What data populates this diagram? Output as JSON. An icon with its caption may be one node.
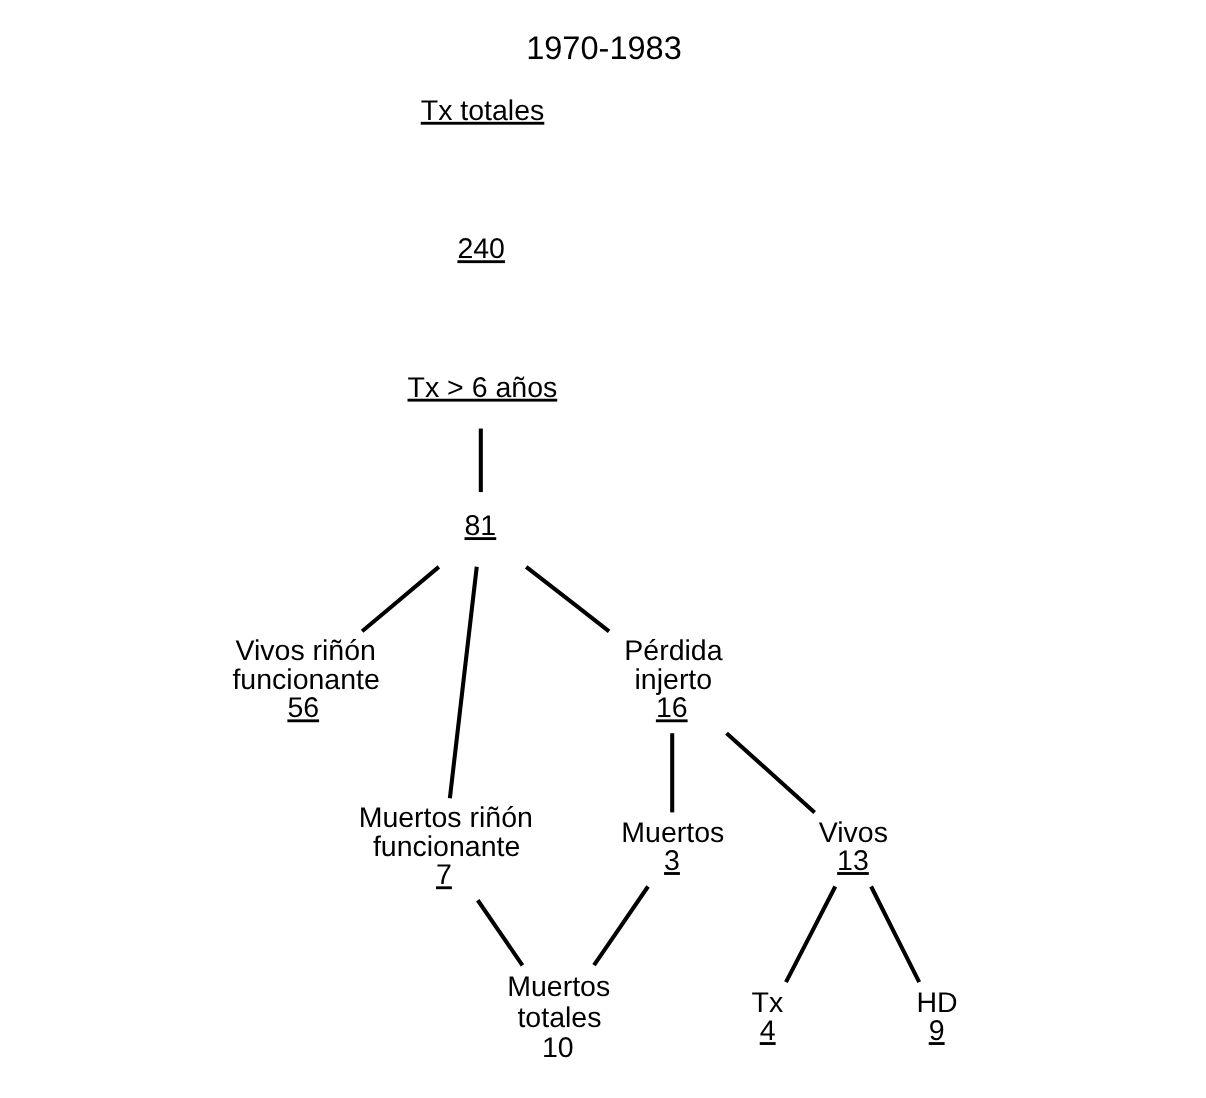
{
  "diagram": {
    "title": "1970-1983",
    "nodes": [
      {
        "text": [
          "Tx > 6 años"
        ]
      },
      {
        "text": [
          "81"
        ]
      },
      {
        "text": [
          "Vivos riñón funcionante",
          "56"
        ]
      },
      {
        "text": [
          "Muertos riñón funcionante",
          "7"
        ]
      },
      {
        "text": [
          "Pérdida injerto",
          "16"
        ]
      },
      {
        "text": [
          "Muertos",
          "3"
        ]
      },
      {
        "text": [
          "Vivos",
          "13"
        ]
      },
      {
        "text": [
          "Tx",
          "4"
        ]
      },
      {
        "text": [
          "HD",
          "9"
        ]
      },
      {
        "text": [
          "Muertos totales",
          "10"
        ]
      }
    ],
    "edges": [
      {
        "from": 0,
        "to": 1,
        "arrow": "none"
      },
      {
        "from": 1,
        "to": 2,
        "arrow": "none"
      },
      {
        "from": 1,
        "to": 3,
        "arrow": "none"
      },
      {
        "from": 1,
        "to": 4,
        "arrow": "none"
      },
      {
        "from": 4,
        "to": 5,
        "arrow": "none"
      },
      {
        "from": 4,
        "to": 6,
        "arrow": "none"
      },
      {
        "from": 6,
        "to": 7,
        "arrow": "none"
      },
      {
        "from": 6,
        "to": 8,
        "arrow": "none"
      },
      {
        "from": 3,
        "to": 9,
        "arrow": "none"
      },
      {
        "from": 5,
        "to": 9,
        "arrow": "none"
      }
    ],
    "labels": [
      "Tx totales",
      "240"
    ]
  }
}
